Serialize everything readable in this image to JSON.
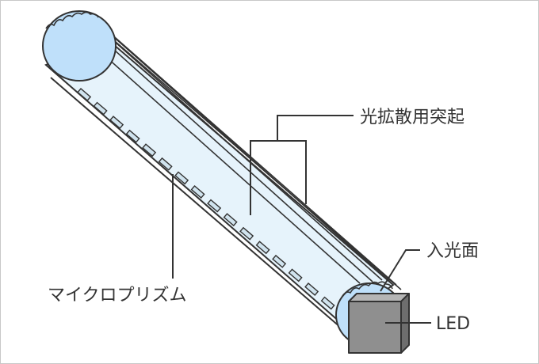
{
  "labels": {
    "diffusion_bumps": "光拡散用突起",
    "entrance_face": "入光面",
    "microprism": "マイクロプリズム",
    "led": "LED"
  },
  "colors": {
    "outline": "#333333",
    "rod_fill": "#e6f3fb",
    "end_cap": "#bfe0fa",
    "prism_fill": "#d0e3ee",
    "led_front": "#8f8f8f",
    "led_top": "#b5b5b5",
    "led_side": "#6e6e6e"
  }
}
